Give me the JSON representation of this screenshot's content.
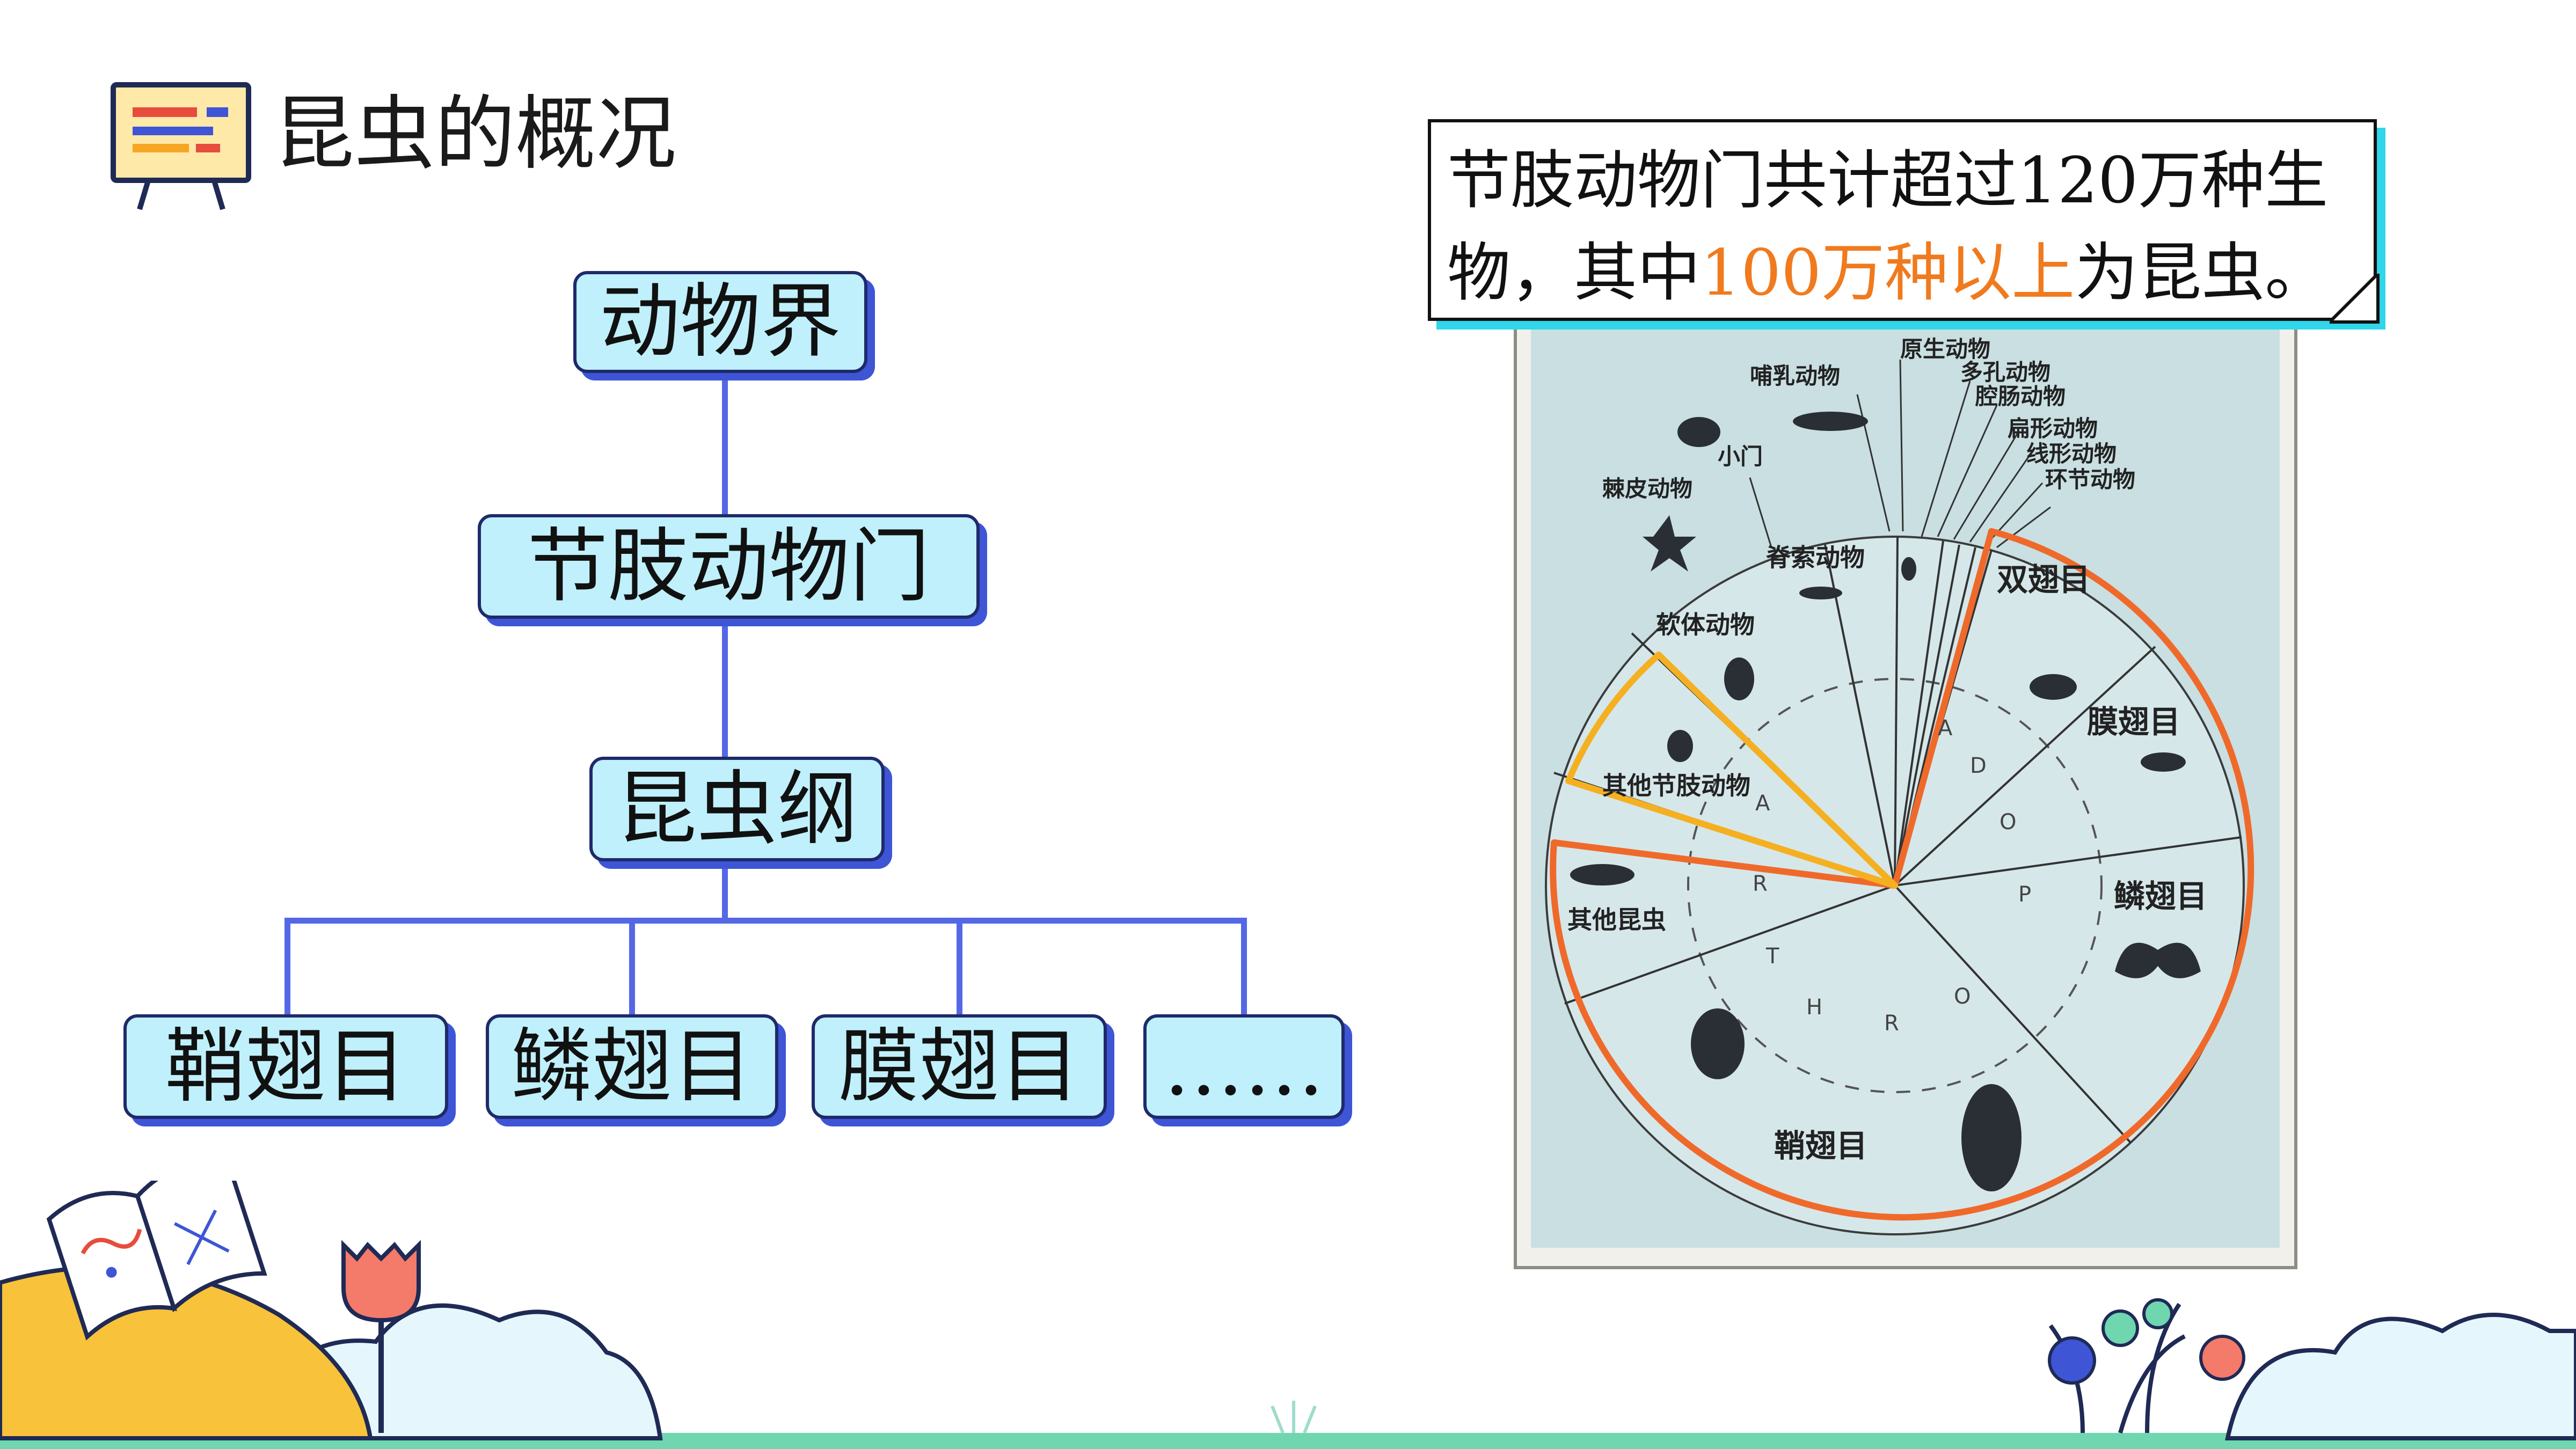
{
  "header": {
    "title": "昆虫的概况",
    "icon": "presentation-board-icon"
  },
  "tree": {
    "root": "动物界",
    "phylum": "节肢动物门",
    "class": "昆虫纲",
    "orders": [
      "鞘翅目",
      "鳞翅目",
      "膜翅目",
      "……"
    ]
  },
  "note": {
    "line1": "节肢动物门共计超过120万种生",
    "line2_prefix": "物，其中",
    "line2_highlight": "100万种以上",
    "line2_suffix": "为昆虫。"
  },
  "pie": {
    "outer_labels": [
      "原生动物",
      "多孔动物",
      "腔肠动物",
      "扁形动物",
      "线形动物",
      "环节动物",
      "哺乳动物",
      "小门",
      "棘皮动物"
    ],
    "inner_labels": [
      "脊索动物",
      "软体动物",
      "其他节肢动物",
      "其他昆虫",
      "鞘翅目",
      "鳞翅目",
      "膜翅目",
      "双翅目"
    ],
    "ring_letters": [
      "A",
      "R",
      "T",
      "H",
      "R",
      "O",
      "P",
      "O",
      "D",
      "A"
    ]
  },
  "colors": {
    "connector": "#5468e6",
    "node_fill": "#bff0fb",
    "node_shadow": "#3e55d6",
    "highlight_text": "#f07a1e",
    "insect_outline": "#ef6a2a",
    "other_arthropod_outline": "#f5b021"
  }
}
